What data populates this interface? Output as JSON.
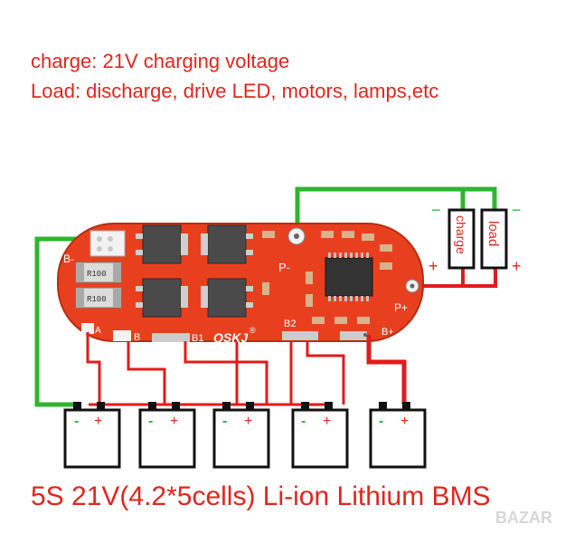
{
  "header": {
    "line1": "charge: 21V charging voltage",
    "line2": "Load: discharge, drive LED, motors, lamps,etc"
  },
  "board": {
    "logo": "QSKJ",
    "logo_mark": "®",
    "labels": {
      "b_minus": "B-",
      "p_minus": "P-",
      "p_plus": "P+",
      "b_plus": "B+",
      "a": "A",
      "b": "B",
      "b1": "B1",
      "b2": "B2"
    },
    "resistor_code": "R100"
  },
  "terminals": {
    "charge_label": "charge",
    "load_label": "load",
    "minus_sign": "−",
    "plus_sign": "+"
  },
  "cells": [
    {
      "minus": "-",
      "plus": "+"
    },
    {
      "minus": "-",
      "plus": "+"
    },
    {
      "minus": "-",
      "plus": "+"
    },
    {
      "minus": "-",
      "plus": "+"
    },
    {
      "minus": "-",
      "plus": "+"
    }
  ],
  "footer": "5S 21V(4.2*5cells) Li-ion Lithium BMS",
  "watermark": "BAZAR",
  "colors": {
    "red_text": "#e0261e",
    "pcb": "#e8401f",
    "wire_green": "#2fb52f",
    "wire_red": "#e21b1b"
  }
}
